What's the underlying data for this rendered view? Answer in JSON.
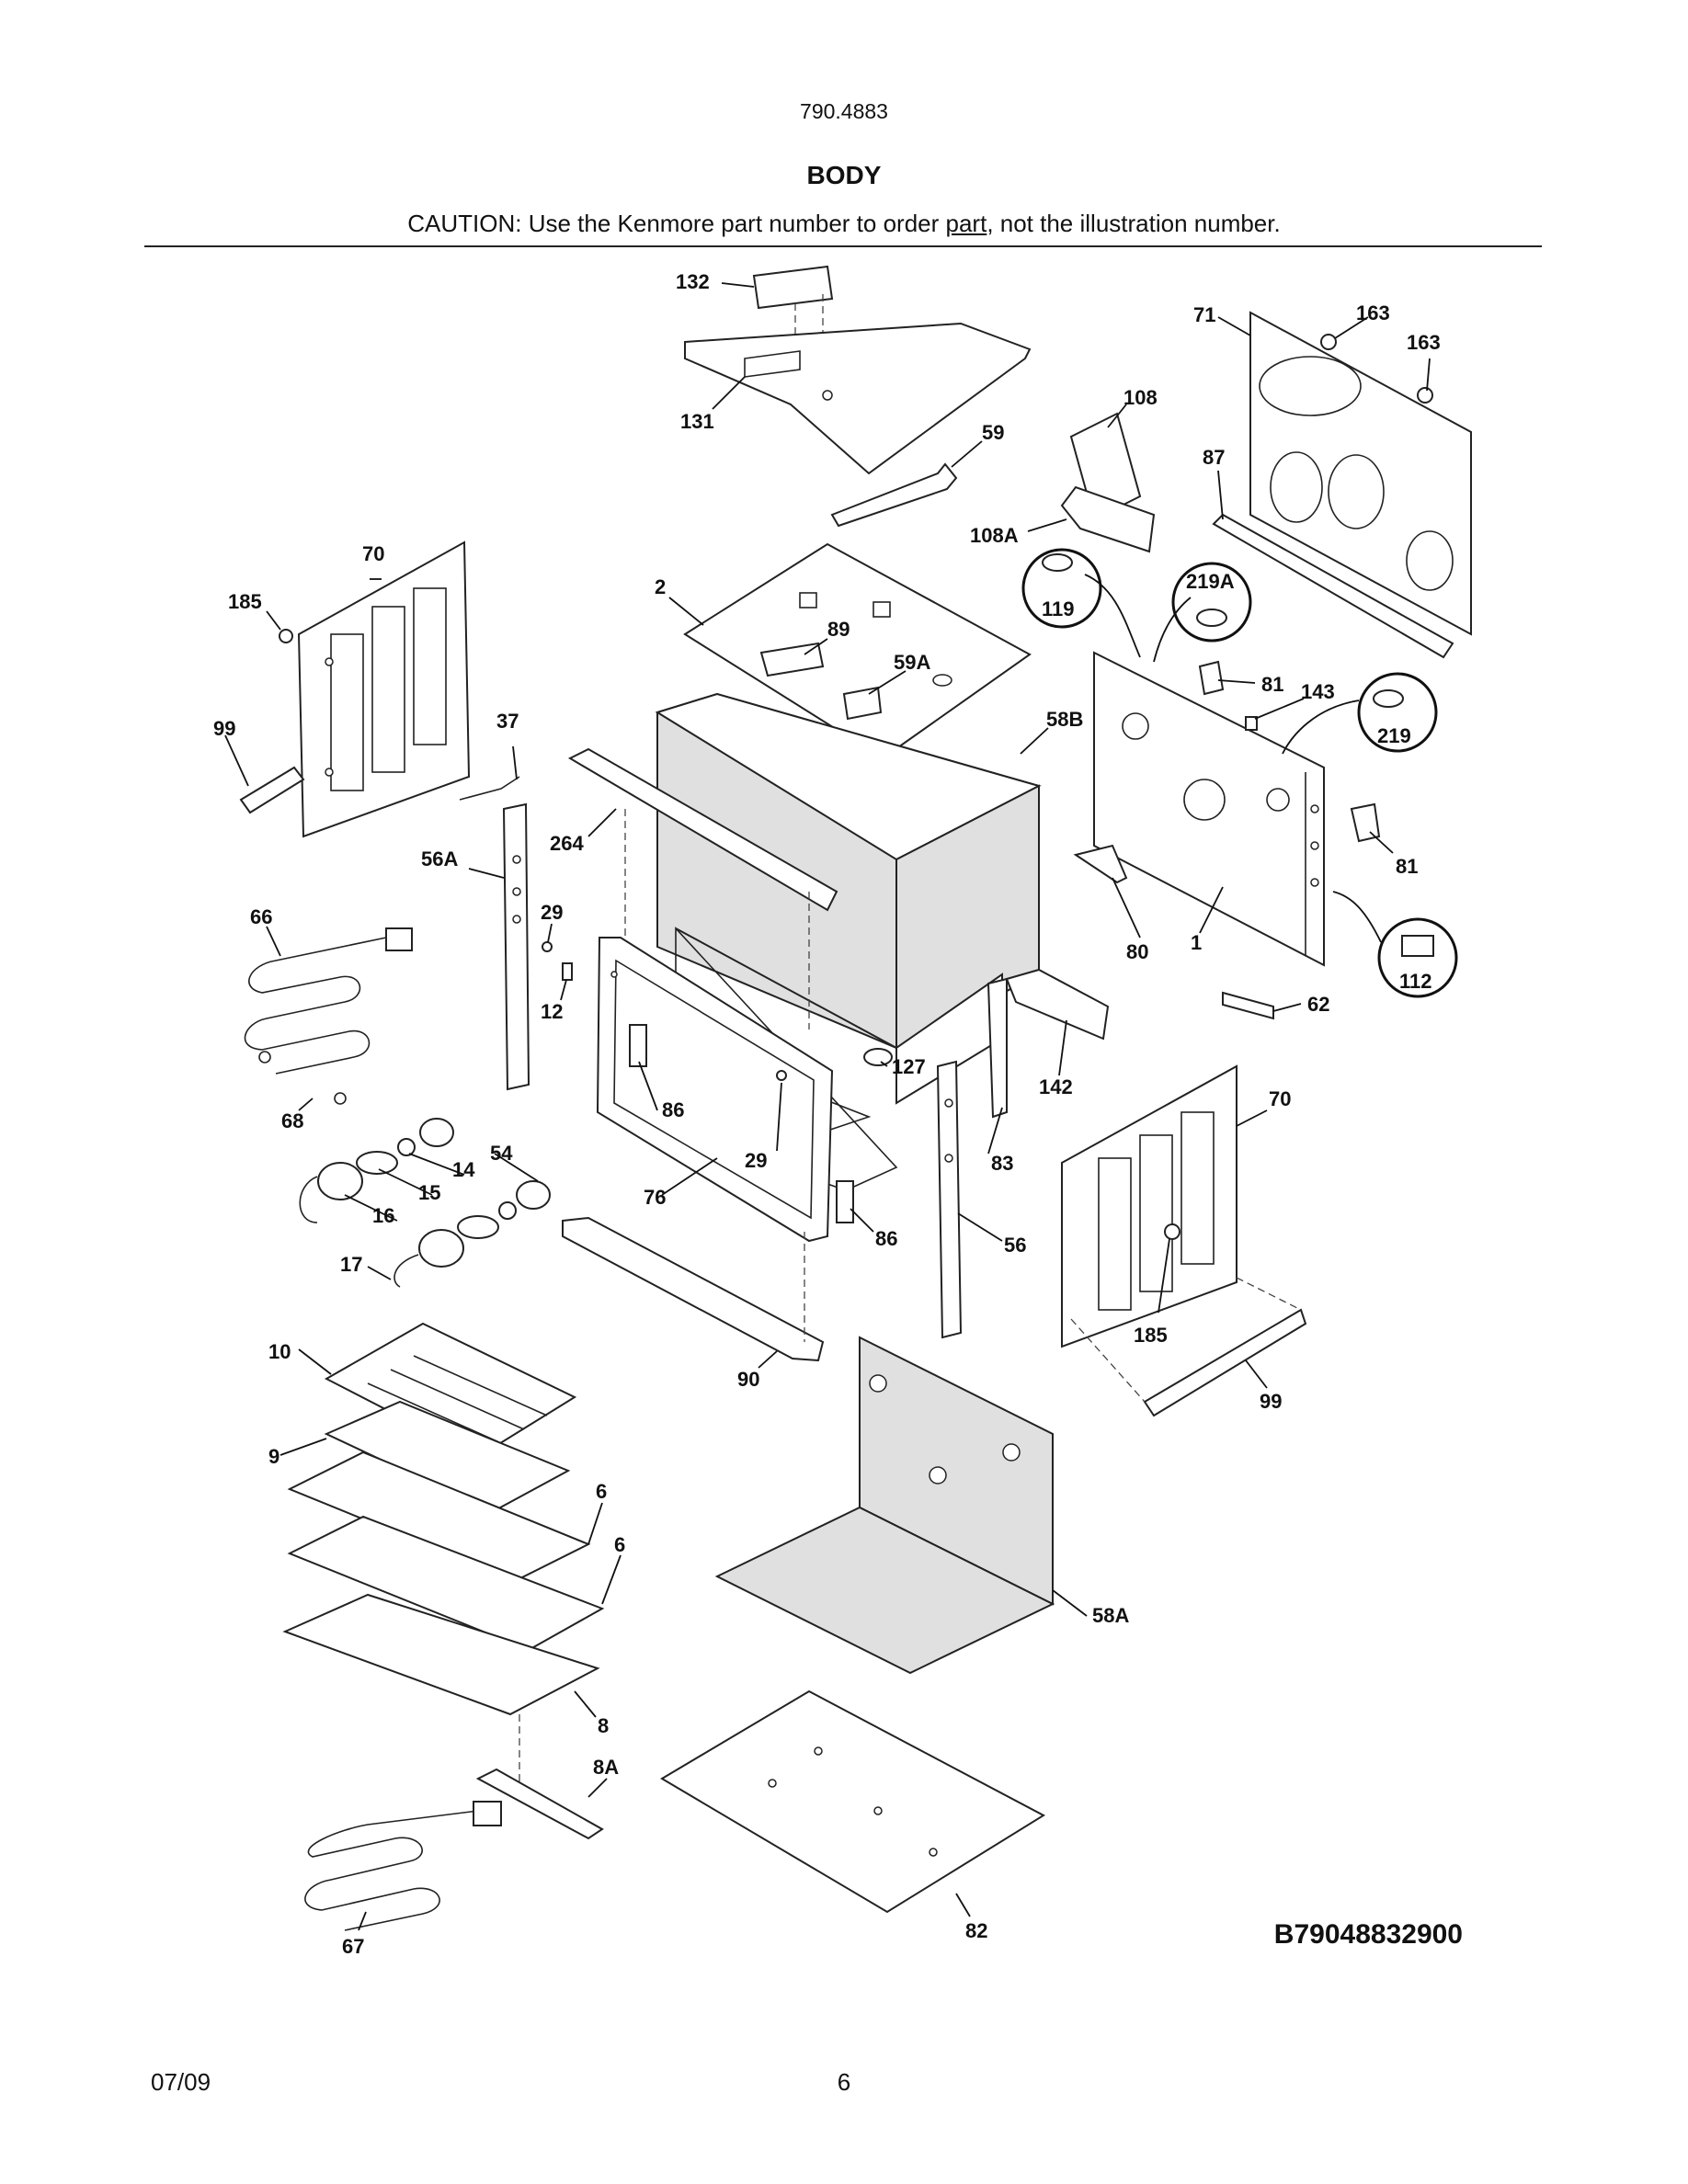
{
  "header": {
    "model": "790.4883",
    "title": "BODY",
    "caution_prefix": "CAUTION: Use the Kenmore part number to order ",
    "caution_underlined": "part",
    "caution_suffix": ", not the illustration number."
  },
  "callouts": {
    "c132": "132",
    "c131": "131",
    "c59": "59",
    "c2": "2",
    "c89": "89",
    "c59A": "59A",
    "c58B": "58B",
    "c264": "264",
    "c37": "37",
    "c70a": "70",
    "c185a": "185",
    "c99a": "99",
    "c56A": "56A",
    "c29a": "29",
    "c12": "12",
    "c66": "66",
    "c68": "68",
    "c54": "54",
    "c14": "14",
    "c15": "15",
    "c16": "16",
    "c17": "17",
    "c86a": "86",
    "c29b": "29",
    "c76": "76",
    "c127": "127",
    "c90": "90",
    "c86b": "86",
    "c83": "83",
    "c56": "56",
    "c142": "142",
    "c108": "108",
    "c108A": "108A",
    "c71": "71",
    "c163a": "163",
    "c163b": "163",
    "c87": "87",
    "c119": "119",
    "c219A": "219A",
    "c81a": "81",
    "c143": "143",
    "c219": "219",
    "c81b": "81",
    "c80": "80",
    "c1": "1",
    "c112": "112",
    "c62": "62",
    "c70b": "70",
    "c185b": "185",
    "c99b": "99",
    "c10": "10",
    "c9": "9",
    "c6a": "6",
    "c6b": "6",
    "c8": "8",
    "c58A": "58A",
    "c8A": "8A",
    "c67": "67",
    "c82": "82"
  },
  "drawing_id": "B79048832900",
  "footer": {
    "date": "07/09",
    "page": "6"
  }
}
